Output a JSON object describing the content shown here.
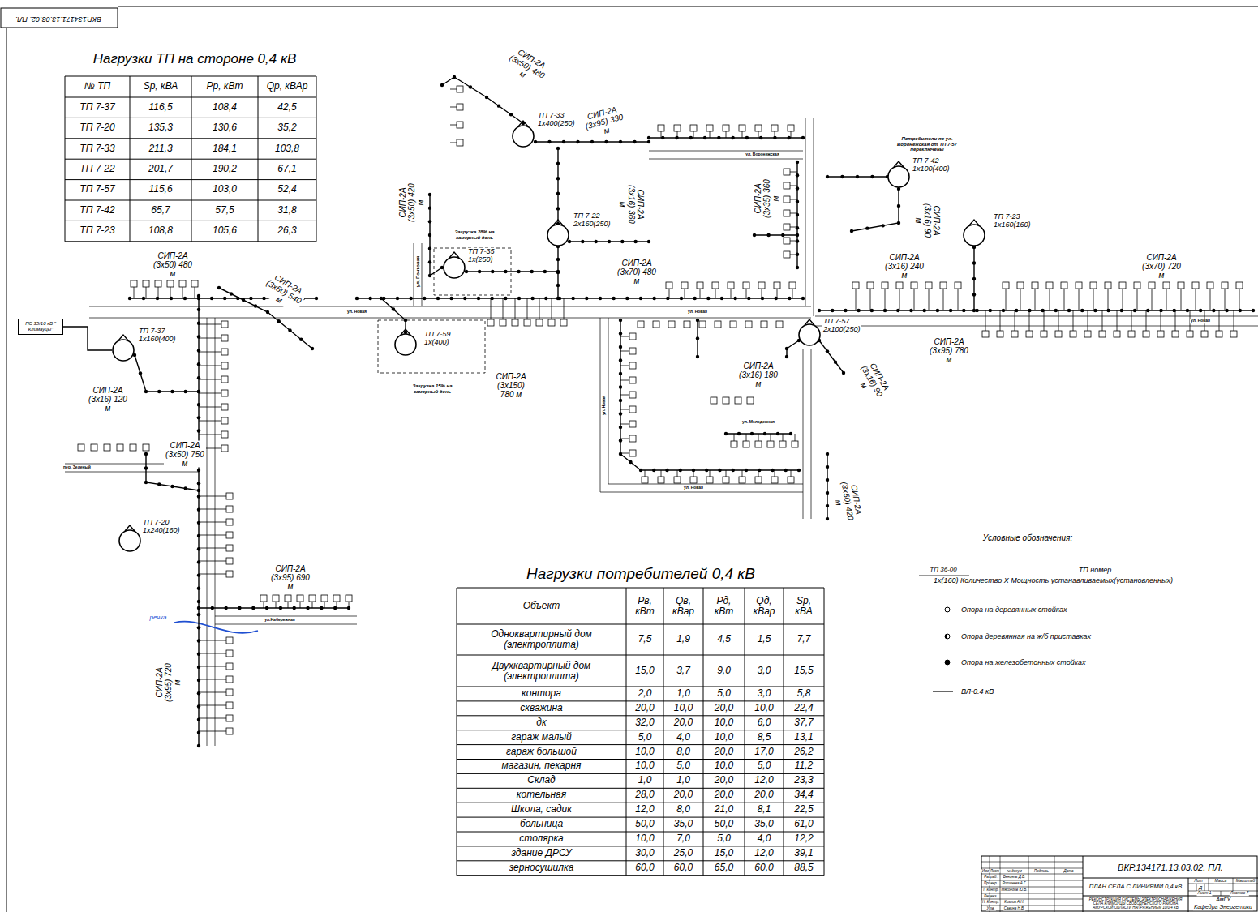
{
  "diagram": {
    "nodes": [
      {
        "text": [
          "ПС 35/10 кВ \" Климауцы\""
        ]
      },
      {
        "text": [
          "ТП 7-33",
          "1х400(250)"
        ]
      },
      {
        "text": [
          "ТП 7-22",
          "2х160(250)"
        ]
      },
      {
        "text": [
          "ТП 7-35",
          "1х(250)"
        ]
      },
      {
        "text": [
          "ТП 7-59",
          "1х(400)"
        ]
      },
      {
        "text": [
          "ТП 7-42",
          "1х100(400)"
        ]
      },
      {
        "text": [
          "ТП 7-23",
          "1х160(160)"
        ]
      },
      {
        "text": [
          "ТП 7-57",
          "2х100(250)"
        ]
      },
      {
        "text": [
          "ТП 7-37",
          "1х160(400)"
        ]
      },
      {
        "text": [
          "ТП 7-20",
          "1х240(160)"
        ]
      }
    ],
    "edges": [
      {
        "from": 0,
        "to": 8,
        "arrow": "none"
      }
    ],
    "labels": [
      "ВКР.134171.13.03.02. ПЛ.",
      "Нагрузки ТП на стороне 0,4 кВ",
      "№ ТП",
      "Sр, кВА",
      "Pр, кВт",
      "Qр, кВАр",
      "ТП 7-37",
      "116,5",
      "108,4",
      "42,5",
      "ТП 7-20",
      "135,3",
      "130,6",
      "35,2",
      "ТП 7-33",
      "211,3",
      "184,1",
      "103,8",
      "ТП 7-22",
      "201,7",
      "190,2",
      "67,1",
      "ТП 7-57",
      "115,6",
      "103,0",
      "52,4",
      "ТП 7-42",
      "65,7",
      "57,5",
      "31,8",
      "ТП 7-23",
      "108,8",
      "105,6",
      "26,3",
      "Нагрузки потребителей 0,4 кВ",
      "Объект",
      "Рв, кВт",
      "Qв, кВар",
      "Рд, кВт",
      "Qд, кВар",
      "Sр, кВА",
      "Одноквартирный дом (электроплита)",
      "7,5",
      "1,9",
      "4,5",
      "1,5",
      "7,7",
      "Двухквартирный дом (электроплита)",
      "15,0",
      "3,7",
      "9,0",
      "3,0",
      "15,5",
      "контора",
      "2,0",
      "1,0",
      "5,0",
      "3,0",
      "5,8",
      "скважина",
      "20,0",
      "10,0",
      "20,0",
      "10,0",
      "22,4",
      "дк",
      "32,0",
      "20,0",
      "10,0",
      "6,0",
      "37,7",
      "гараж малый",
      "5,0",
      "4,0",
      "10,0",
      "8,5",
      "13,1",
      "гараж большой",
      "10,0",
      "8,0",
      "20,0",
      "17,0",
      "26,2",
      "магазин, пекарня",
      "10,0",
      "5,0",
      "10,0",
      "5,0",
      "11,2",
      "Склад",
      "1,0",
      "1,0",
      "20,0",
      "12,0",
      "23,3",
      "котельная",
      "28,0",
      "20,0",
      "20,0",
      "20,0",
      "34,4",
      "Школа, садик",
      "12,0",
      "8,0",
      "21,0",
      "8,1",
      "22,5",
      "больница",
      "50,0",
      "35,0",
      "50,0",
      "35,0",
      "61,0",
      "столярка",
      "10,0",
      "7,0",
      "5,0",
      "4,0",
      "12,2",
      "здание ДРСУ",
      "30,0",
      "25,0",
      "15,0",
      "12,0",
      "39,1",
      "зерносушилка",
      "60,0",
      "60,0",
      "65,0",
      "60,0",
      "88,5",
      "СИП-2А (3х50) 480 м",
      "СИП-2А (3х95) 330 м",
      "СИП-2А (3х50) 420 м",
      "СИП-2А (3х16) 360 м",
      "СИП-2А (3х70) 480 м",
      "СИП-2А (3х35) 360 м",
      "СИП-2А (3х16) 90 м",
      "СИП-2А (3х16) 240 м",
      "СИП-2А (3х70) 720 м",
      "СИП-2А (3х95) 780 м",
      "СИП-2А (3х16) 90 м",
      "СИП-2А (3х16) 180 м",
      "СИП-2А (3х150) 780 м",
      "СИП-2А (3х50) 420 м",
      "СИП-2А (3х50) 480 м",
      "СИП-2А (3х50) 540 м",
      "СИП-2А (3х16) 120 м",
      "СИП-2А (3х50) 750 м",
      "СИП-2А (3х95) 690 м",
      "СИП-2А (3х95) 720 м",
      "Потребители по ул. Воронежская от ТП 7-57 переключены",
      "Загрузка 28% на замерный день",
      "Загрузка 15% на замерный день",
      "речка",
      "ул. Новая",
      "ул. Новая",
      "ул. Новая",
      "ул. Воронежская",
      "ул. Молодежная",
      "ул. Новая",
      "ул. Новая",
      "пер. Зеленый",
      "ул.Набережная",
      "ул. Почтовая",
      "Условные обозначения:",
      "ТП 36-00",
      "ТП номер",
      "1х(160) Количество Х Мощность устанавливаемых(установленных)",
      "ВКР.134171.13.03.02. ПЛ.",
      "Изм",
      "Лист",
      "№ докум",
      "Подпись",
      "Дата",
      "Разраб.",
      "Бенцель Д.В.",
      "Провер.",
      "Ротачева А.Г.",
      "Т. Контр.",
      "Мясоедов Ю.В.",
      "Реценз.",
      "Н. Контр.",
      "Козлов А.Н.",
      "Утв.",
      "Савина Н.В.",
      "ПЛАН СЕЛА С ЛИНИЯМИ 0,4 кВ",
      "Лит",
      "Масса",
      "Масштаб",
      "Д",
      "Лист 1",
      "Листов 7",
      "РЕКОНСТРУКЦИЯ СИСТЕМЫ ЭЛЕКТРОСНАБЖЕНИЯ СЕЛА КЛИМОУЦЫ СВОБОДНЕНСКОГО РАЙОНА АМУРСКОЙ ОБЛАСТИ НАПРЯЖЕНИЕМ 10/0,4 КВ",
      "АмГУ",
      "Кафедра Энергетики"
    ],
    "legend": [
      {
        "text": "Опора на деревянных стойках"
      },
      {
        "text": "Опора деревянная на ж/б приставках"
      },
      {
        "text": "Опора на железобетонных стойках"
      },
      {
        "text": "ВЛ-0.4 кВ"
      }
    ]
  }
}
